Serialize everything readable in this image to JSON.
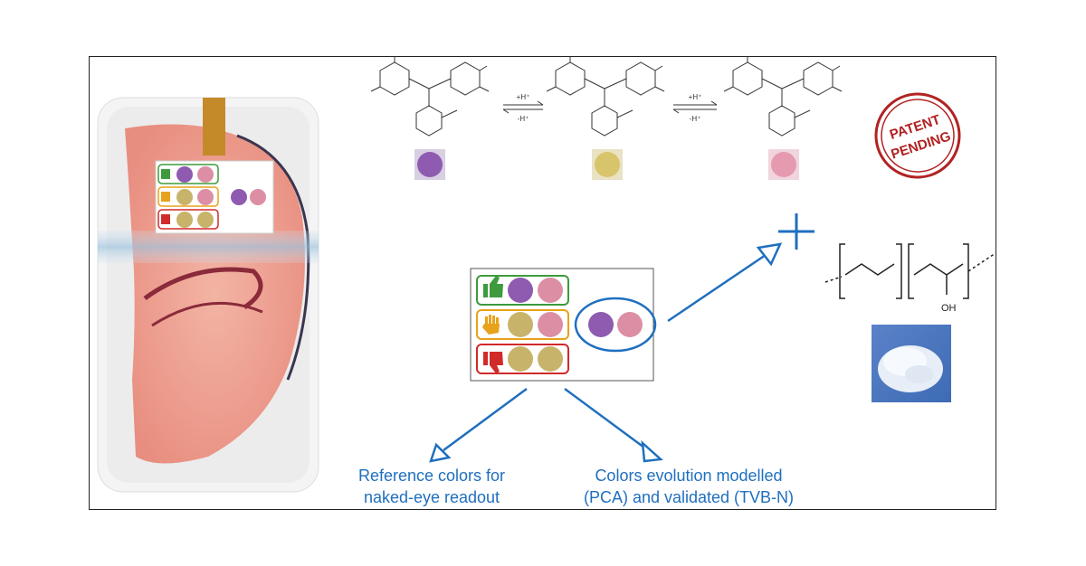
{
  "captions": {
    "reference": {
      "line1": "Reference colors for",
      "line2": "naked-eye readout"
    },
    "evolution": {
      "line1": "Colors evolution modelled",
      "line2": "(PCA) and validated (TVB-N)"
    }
  },
  "stamp": {
    "line1": "PATENT",
    "line2": "PENDING"
  },
  "reactions": {
    "forward_1": "+H⁺",
    "reverse_1": "-H⁺",
    "forward_2": "+H⁺",
    "reverse_2": "-H⁺"
  },
  "polymer": {
    "label": "OH"
  },
  "colors": {
    "purple": "#8e5bb0",
    "yellow": "#c8b36a",
    "pink": "#dc8fa4",
    "green_border": "#3d9b3d",
    "orange_border": "#e8a21b",
    "red_border": "#d12a2a",
    "accent_blue": "#1f6fbf",
    "stamp_red": "#b22222"
  },
  "icons": [
    "thumbs-up-icon",
    "hand-stop-icon",
    "thumbs-down-icon",
    "plus-icon",
    "arrow-head-icon"
  ]
}
